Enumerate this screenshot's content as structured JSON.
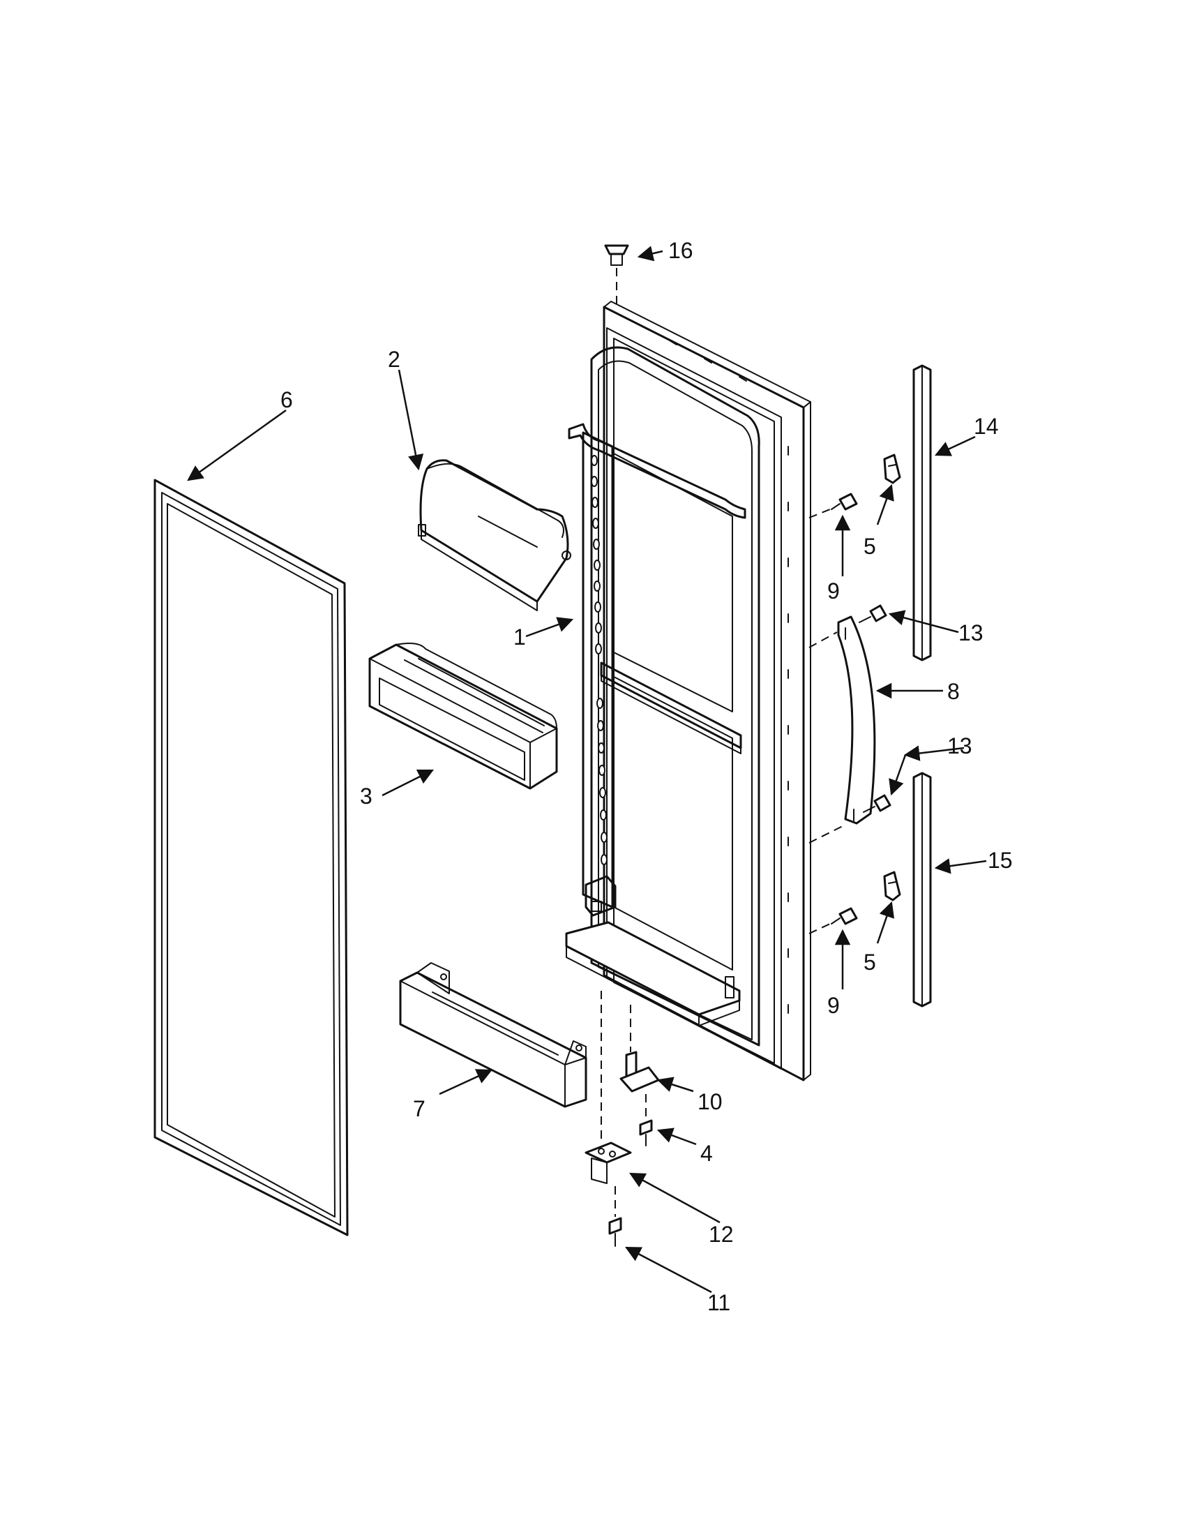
{
  "callouts": [
    {
      "id": "c1",
      "label": "1"
    },
    {
      "id": "c2",
      "label": "2"
    },
    {
      "id": "c3",
      "label": "3"
    },
    {
      "id": "c4",
      "label": "4"
    },
    {
      "id": "c5a",
      "label": "5"
    },
    {
      "id": "c5b",
      "label": "5"
    },
    {
      "id": "c6",
      "label": "6"
    },
    {
      "id": "c7",
      "label": "7"
    },
    {
      "id": "c8",
      "label": "8"
    },
    {
      "id": "c9a",
      "label": "9"
    },
    {
      "id": "c9b",
      "label": "9"
    },
    {
      "id": "c10",
      "label": "10"
    },
    {
      "id": "c11",
      "label": "11"
    },
    {
      "id": "c12",
      "label": "12"
    },
    {
      "id": "c13a",
      "label": "13"
    },
    {
      "id": "c13b",
      "label": "13"
    },
    {
      "id": "c14",
      "label": "14"
    },
    {
      "id": "c15",
      "label": "15"
    },
    {
      "id": "c16",
      "label": "16"
    }
  ]
}
